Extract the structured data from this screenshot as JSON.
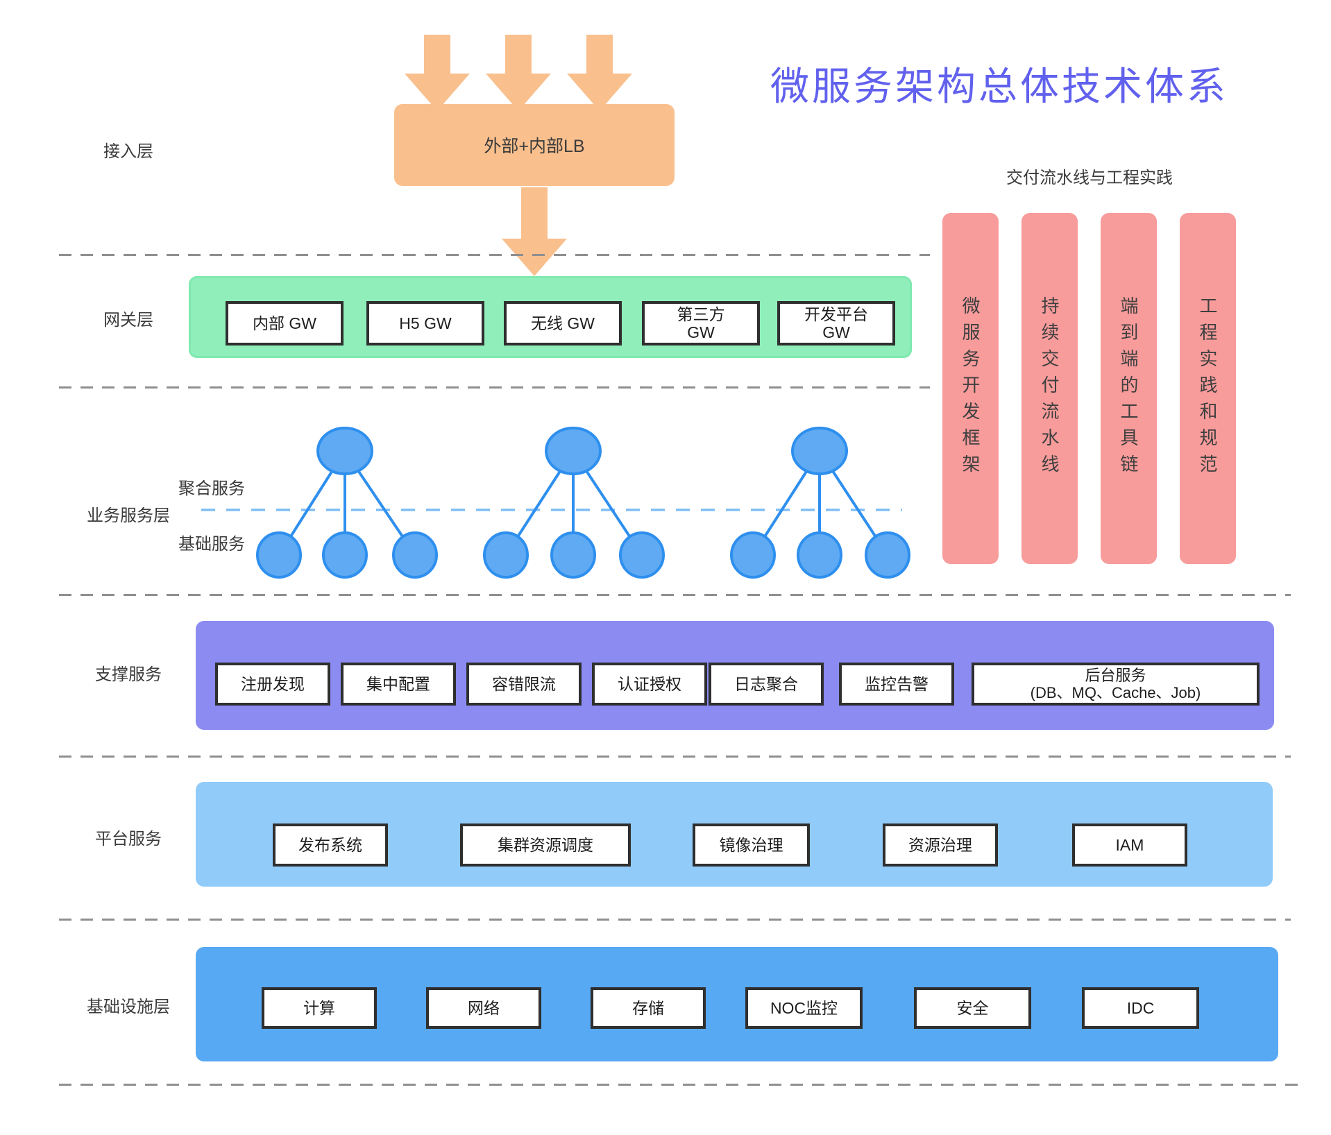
{
  "title": "微服务架构总体技术体系",
  "colors": {
    "title_purple": "#6161EE",
    "access_orange": "#F9C08E",
    "gateway_green": "#90EEBB",
    "service_node_fill": "#5FAAF3",
    "service_node_stroke": "#2E8FEE",
    "business_dashed_blue": "#7FBDF5",
    "support_purple": "#8B8BF2",
    "platform_blue": "#90CBF9",
    "infrastructure_blue": "#58A9F4",
    "pipeline_red": "#F89B9B",
    "divider_gray": "#8F8F8F",
    "box_border": "#2f2f2f"
  },
  "layers": {
    "access": {
      "label": "接入层",
      "lb_box": "外部+内部LB"
    },
    "gateway": {
      "label": "网关层",
      "boxes": [
        "内部 GW",
        "H5 GW",
        "无线 GW",
        "第三方\nGW",
        "开发平台\nGW"
      ]
    },
    "business": {
      "label": "业务服务层",
      "aggregate_label": "聚合服务",
      "basic_label": "基础服务"
    },
    "support": {
      "label": "支撑服务",
      "boxes": [
        "注册发现",
        "集中配置",
        "容错限流",
        "认证授权",
        "日志聚合",
        "监控告警"
      ],
      "backend_box": "后台服务\n(DB、MQ、Cache、Job)"
    },
    "platform": {
      "label": "平台服务",
      "boxes": [
        "发布系统",
        "集群资源调度",
        "镜像治理",
        "资源治理",
        "IAM"
      ]
    },
    "infrastructure": {
      "label": "基础设施层",
      "boxes": [
        "计算",
        "网络",
        "存储",
        "NOC监控",
        "安全",
        "IDC"
      ]
    }
  },
  "pipeline": {
    "label": "交付流水线与工程实践",
    "bars": [
      "微服务开发框架",
      "持续交付流水线",
      "端到端的工具链",
      "工程实践和规范"
    ]
  }
}
